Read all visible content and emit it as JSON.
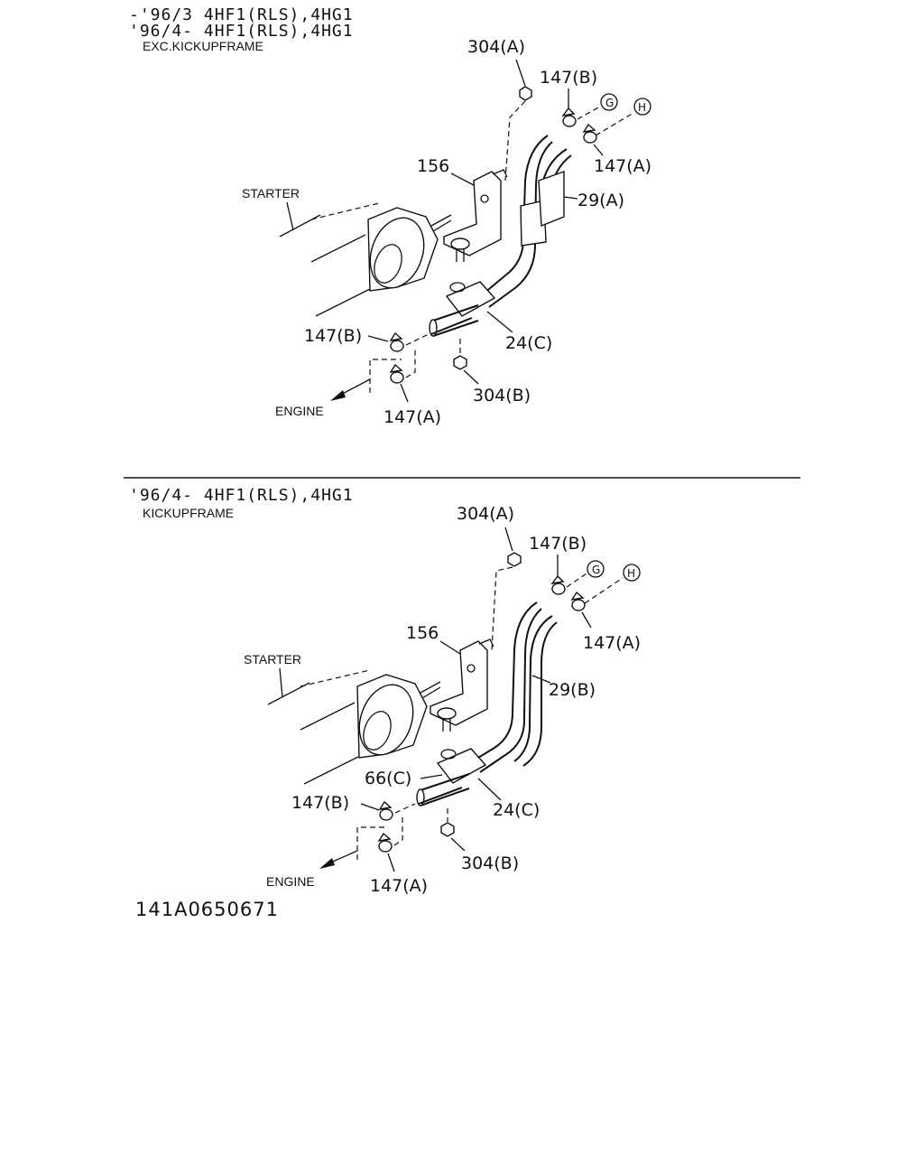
{
  "top_view": {
    "header_line1": "-'96/3 4HF1(RLS),4HG1",
    "header_line2": "'96/4- 4HF1(RLS),4HG1",
    "header_line3": "EXC.KICKUPFRAME",
    "starter": "STARTER",
    "engine": "ENGINE",
    "part_304a": "304(A)",
    "part_147b_upper": "147(B)",
    "circle_g": "G",
    "circle_h": "H",
    "part_147a_upper": "147(A)",
    "part_156": "156",
    "part_29a": "29(A)",
    "part_147b_lower": "147(B)",
    "part_24c": "24(C)",
    "part_304b": "304(B)",
    "part_147a_lower": "147(A)"
  },
  "bottom_view": {
    "header_line1": "'96/4- 4HF1(RLS),4HG1",
    "header_line2": "KICKUPFRAME",
    "starter": "STARTER",
    "engine": "ENGINE",
    "part_304a": "304(A)",
    "part_147b_upper": "147(B)",
    "circle_g": "G",
    "circle_h": "H",
    "part_147a_upper": "147(A)",
    "part_156": "156",
    "part_29b": "29(B)",
    "part_66c": "66(C)",
    "part_147b_lower": "147(B)",
    "part_24c": "24(C)",
    "part_304b": "304(B)",
    "part_147a_lower": "147(A)"
  },
  "figure_code": "141A0650671"
}
